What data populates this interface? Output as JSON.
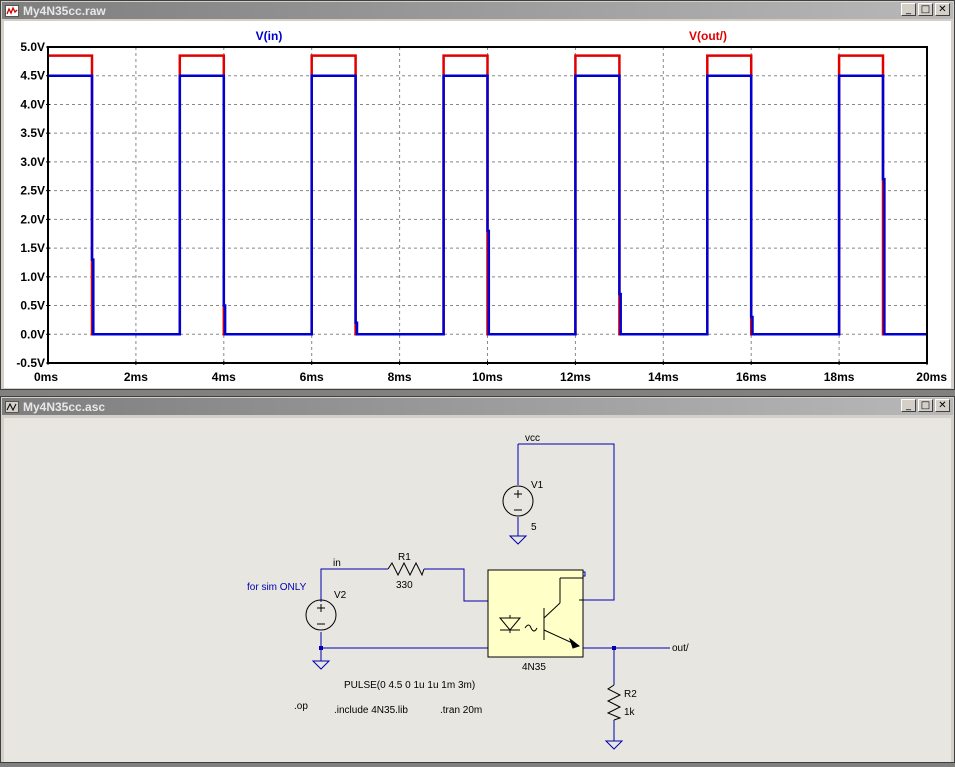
{
  "plot_window": {
    "title": "My4N35cc.raw",
    "buttons": {
      "minimize": "_",
      "maximize": "□",
      "close": "✕"
    }
  },
  "schematic_window": {
    "title": "My4N35cc.asc",
    "buttons": {
      "minimize": "_",
      "maximize": "□",
      "close": "✕"
    }
  },
  "chart_data": {
    "type": "line",
    "xlim": [
      0,
      20
    ],
    "ylim": [
      -0.5,
      5.0
    ],
    "x_ticks": [
      "0ms",
      "2ms",
      "4ms",
      "6ms",
      "8ms",
      "10ms",
      "12ms",
      "14ms",
      "16ms",
      "18ms",
      "20ms"
    ],
    "y_ticks": [
      "5.0V",
      "4.5V",
      "4.0V",
      "3.5V",
      "3.0V",
      "2.5V",
      "2.0V",
      "1.5V",
      "1.0V",
      "0.5V",
      "0.0V",
      "-0.5V"
    ],
    "grid": true,
    "series": [
      {
        "name": "V(out/)",
        "color": "#e00000",
        "x": [
          0,
          1.0,
          1.0,
          3.0,
          3.0,
          4.0,
          4.0,
          6.0,
          6.0,
          7.0,
          7.0,
          9.0,
          9.0,
          10.0,
          10.0,
          12.0,
          12.0,
          13.0,
          13.0,
          15.0,
          15.0,
          16.0,
          16.0,
          18.0,
          18.0,
          19.0,
          19.0,
          20.0
        ],
        "y": [
          4.85,
          4.85,
          0,
          0,
          4.85,
          4.85,
          0,
          0,
          4.85,
          4.85,
          0,
          0,
          4.85,
          4.85,
          0,
          0,
          4.85,
          4.85,
          0,
          0,
          4.85,
          4.85,
          0,
          0,
          4.85,
          4.85,
          0,
          0
        ]
      },
      {
        "name": "V(in)",
        "color": "#0000d0",
        "x": [
          0,
          1.0,
          1.0,
          1.03,
          1.03,
          3.0,
          3.0,
          4.0,
          4.0,
          4.03,
          4.03,
          6.0,
          6.0,
          7.0,
          7.0,
          7.03,
          7.03,
          9.0,
          9.0,
          10.0,
          10.0,
          10.03,
          10.03,
          12.0,
          12.0,
          13.0,
          13.0,
          13.03,
          13.03,
          15.0,
          15.0,
          16.0,
          16.0,
          16.03,
          16.03,
          18.0,
          18.0,
          19.0,
          19.0,
          19.03,
          19.03,
          20.0
        ],
        "y": [
          4.5,
          4.5,
          1.3,
          1.3,
          0,
          0,
          4.5,
          4.5,
          0.5,
          0.5,
          0,
          0,
          4.5,
          4.5,
          0.2,
          0.2,
          0,
          0,
          4.5,
          4.5,
          1.8,
          1.8,
          0,
          0,
          4.5,
          4.5,
          0.7,
          0.7,
          0,
          0,
          4.5,
          4.5,
          0.3,
          0.3,
          0,
          0,
          4.5,
          4.5,
          2.7,
          2.7,
          0,
          0
        ]
      }
    ]
  },
  "schematic": {
    "net_vcc": "vcc",
    "net_in": "in",
    "net_out": "out/",
    "v1_name": "V1",
    "v1_value": "5",
    "v2_name": "V2",
    "v2_comment": "for sim ONLY",
    "r1_name": "R1",
    "r1_value": "330",
    "r2_name": "R2",
    "r2_value": "1k",
    "u1_name": "4N35",
    "pulse": "PULSE(0 4.5 0 1u 1u 1m 3m)",
    "op": ".op",
    "include": ".include 4N35.lib",
    "tran": ".tran 20m"
  }
}
